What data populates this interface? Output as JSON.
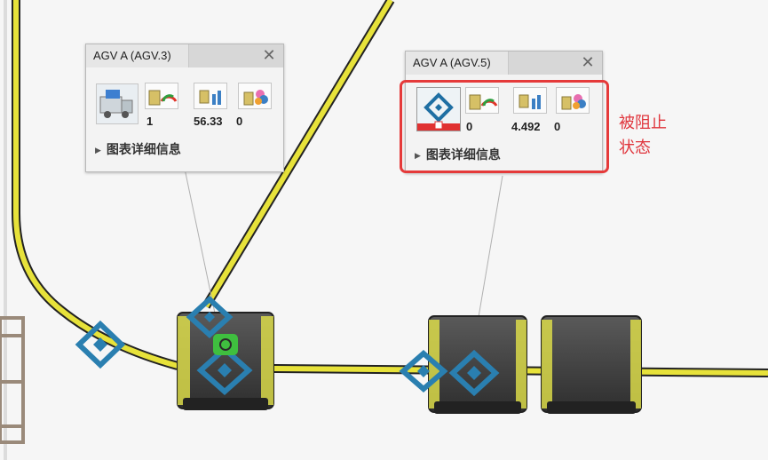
{
  "colors": {
    "track_yellow": "#e7e23a",
    "track_edge": "#222222",
    "agv_body": "#4a4a4a",
    "agv_frame": "#e4e44a",
    "marker_blue": "#2a7fb0",
    "marker_green": "#3fbf3f",
    "highlight_red": "#e53a3a"
  },
  "panels": [
    {
      "title": "AGV A (AGV.3)",
      "close_label": "✕",
      "status_icon": "agv-truck-icon",
      "metrics": [
        {
          "icon": "battery-gauge-icon",
          "value": "1"
        },
        {
          "icon": "factory-stats-icon",
          "value": "56.33"
        },
        {
          "icon": "color-flags-icon",
          "value": "0"
        }
      ],
      "details_label": "图表详细信息"
    },
    {
      "title": "AGV A (AGV.5)",
      "close_label": "✕",
      "status_icon": "blocked-lock-icon",
      "metrics": [
        {
          "icon": "battery-gauge-icon",
          "value": "0"
        },
        {
          "icon": "factory-stats-icon",
          "value": "4.492"
        },
        {
          "icon": "color-flags-icon",
          "value": "0"
        }
      ],
      "details_label": "图表详细信息"
    }
  ],
  "annotation": {
    "line1": "被阻止",
    "line2": "状态"
  }
}
